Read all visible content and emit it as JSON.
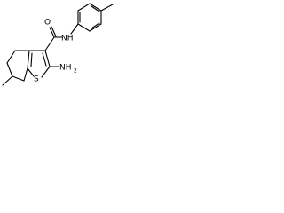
{
  "structure": {
    "atoms": {
      "oxygen": "O",
      "amide_nh": "NH",
      "amino_n": "NH",
      "amino_subscript": "2",
      "sulfur": "S"
    }
  }
}
